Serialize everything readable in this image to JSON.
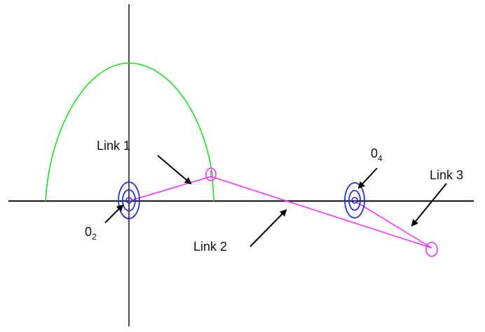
{
  "labels": {
    "link1": "Link 1",
    "link2": "Link 2",
    "link3": "Link 3",
    "o2_main": "0",
    "o2_sub": "2",
    "o4_main": "0",
    "o4_sub": "4"
  },
  "colors": {
    "axis": "#000000",
    "path": "#22dd22",
    "links": "#ff33ff",
    "pivot": "#2233cc",
    "arrow": "#000000"
  }
}
